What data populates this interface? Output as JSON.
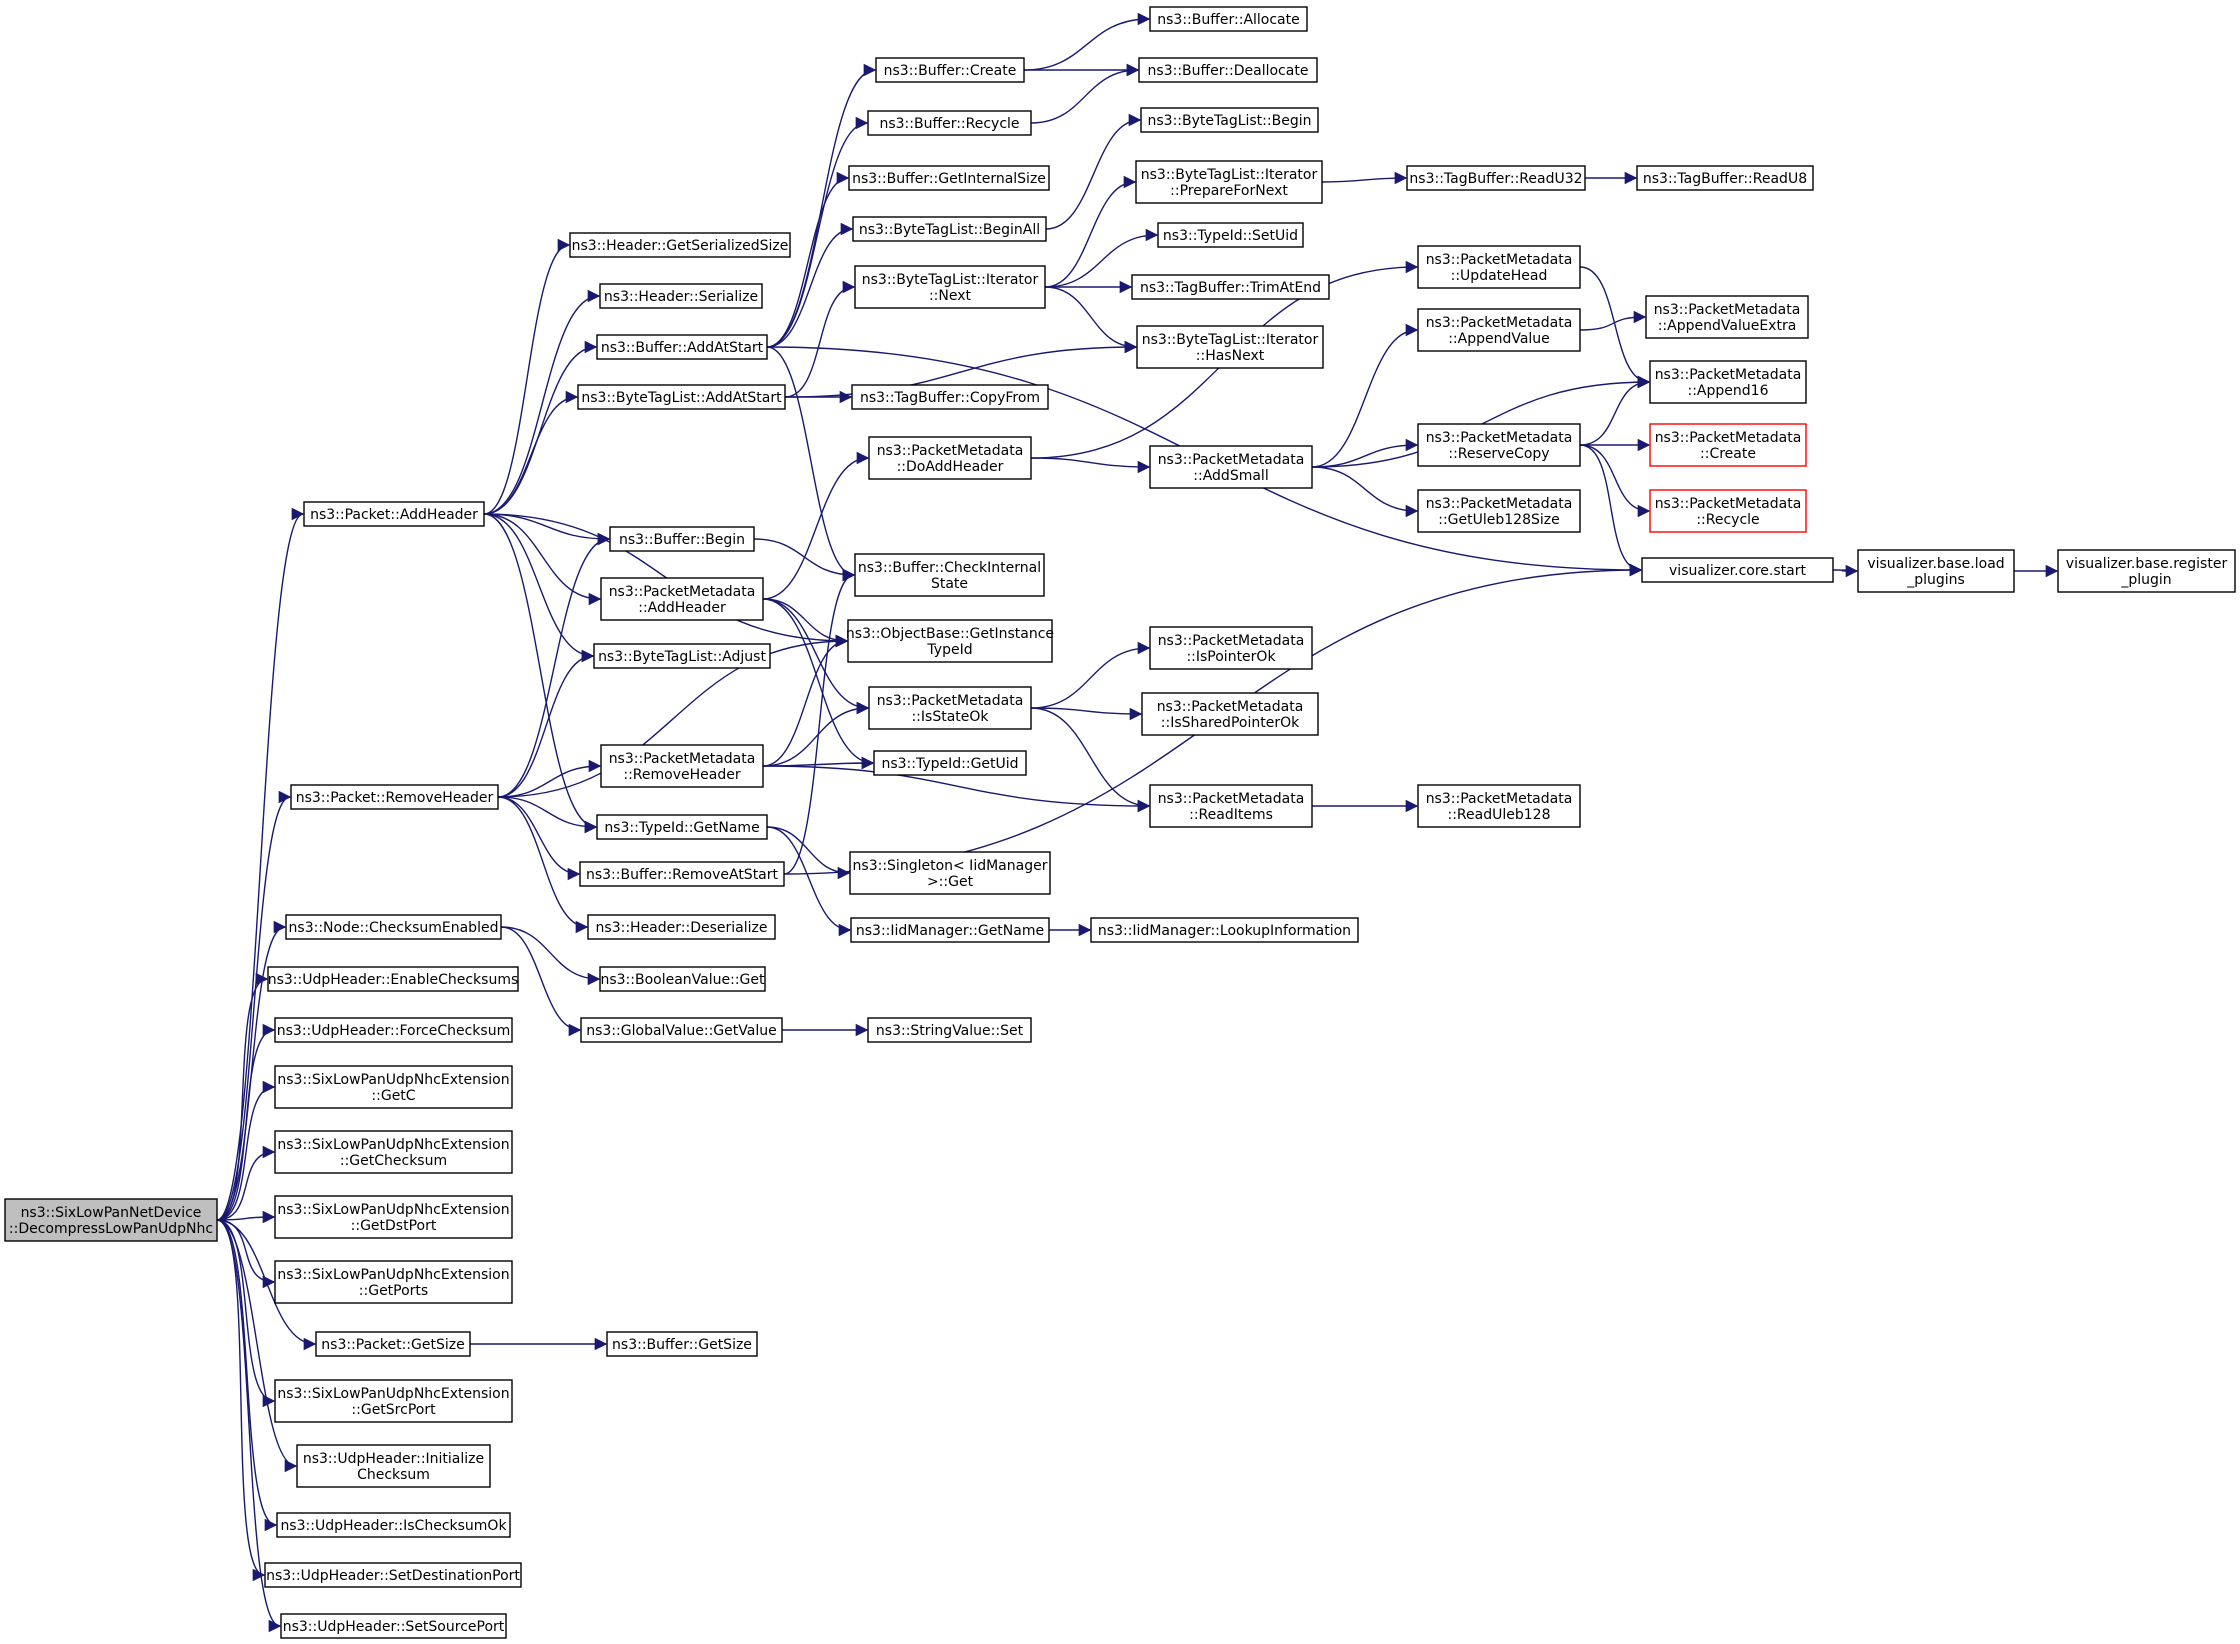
{
  "diagram": {
    "type": "call-graph",
    "nodes": [
      {
        "id": "root",
        "lines": [
          "ns3::SixLowPanNetDevice",
          "::DecompressLowPanUdpNhc"
        ],
        "style": "root"
      },
      {
        "id": "pkt_addheader",
        "lines": [
          "ns3::Packet::AddHeader"
        ]
      },
      {
        "id": "pkt_removeheader",
        "lines": [
          "ns3::Packet::RemoveHeader"
        ]
      },
      {
        "id": "node_checksum",
        "lines": [
          "ns3::Node::ChecksumEnabled"
        ]
      },
      {
        "id": "udp_enable",
        "lines": [
          "ns3::UdpHeader::EnableChecksums"
        ]
      },
      {
        "id": "udp_force",
        "lines": [
          "ns3::UdpHeader::ForceChecksum"
        ]
      },
      {
        "id": "ext_getc",
        "lines": [
          "ns3::SixLowPanUdpNhcExtension",
          "::GetC"
        ]
      },
      {
        "id": "ext_getchecksum",
        "lines": [
          "ns3::SixLowPanUdpNhcExtension",
          "::GetChecksum"
        ]
      },
      {
        "id": "ext_getdstport",
        "lines": [
          "ns3::SixLowPanUdpNhcExtension",
          "::GetDstPort"
        ]
      },
      {
        "id": "ext_getports",
        "lines": [
          "ns3::SixLowPanUdpNhcExtension",
          "::GetPorts"
        ]
      },
      {
        "id": "pkt_getsize",
        "lines": [
          "ns3::Packet::GetSize"
        ]
      },
      {
        "id": "ext_getsrcport",
        "lines": [
          "ns3::SixLowPanUdpNhcExtension",
          "::GetSrcPort"
        ]
      },
      {
        "id": "udp_init",
        "lines": [
          "ns3::UdpHeader::Initialize",
          "Checksum"
        ]
      },
      {
        "id": "udp_isok",
        "lines": [
          "ns3::UdpHeader::IsChecksumOk"
        ]
      },
      {
        "id": "udp_setdst",
        "lines": [
          "ns3::UdpHeader::SetDestinationPort"
        ]
      },
      {
        "id": "udp_setsrc",
        "lines": [
          "ns3::UdpHeader::SetSourcePort"
        ]
      },
      {
        "id": "hdr_getser",
        "lines": [
          "ns3::Header::GetSerializedSize"
        ]
      },
      {
        "id": "hdr_serialize",
        "lines": [
          "ns3::Header::Serialize"
        ]
      },
      {
        "id": "buf_addatstart",
        "lines": [
          "ns3::Buffer::AddAtStart"
        ]
      },
      {
        "id": "btl_addatstart",
        "lines": [
          "ns3::ByteTagList::AddAtStart"
        ]
      },
      {
        "id": "buf_begin",
        "lines": [
          "ns3::Buffer::Begin"
        ]
      },
      {
        "id": "pm_addheader",
        "lines": [
          "ns3::PacketMetadata",
          "::AddHeader"
        ]
      },
      {
        "id": "btl_adjust",
        "lines": [
          "ns3::ByteTagList::Adjust"
        ]
      },
      {
        "id": "pm_removeheader",
        "lines": [
          "ns3::PacketMetadata",
          "::RemoveHeader"
        ]
      },
      {
        "id": "typeid_getname",
        "lines": [
          "ns3::TypeId::GetName"
        ]
      },
      {
        "id": "buf_removeatstart",
        "lines": [
          "ns3::Buffer::RemoveAtStart"
        ]
      },
      {
        "id": "hdr_deserialize",
        "lines": [
          "ns3::Header::Deserialize"
        ]
      },
      {
        "id": "bool_get",
        "lines": [
          "ns3::BooleanValue::Get"
        ]
      },
      {
        "id": "gv_getvalue",
        "lines": [
          "ns3::GlobalValue::GetValue"
        ]
      },
      {
        "id": "buf_getsize",
        "lines": [
          "ns3::Buffer::GetSize"
        ]
      },
      {
        "id": "buf_create",
        "lines": [
          "ns3::Buffer::Create"
        ]
      },
      {
        "id": "buf_recycle",
        "lines": [
          "ns3::Buffer::Recycle"
        ]
      },
      {
        "id": "buf_getinternalsize",
        "lines": [
          "ns3::Buffer::GetInternalSize"
        ]
      },
      {
        "id": "btl_beginall",
        "lines": [
          "ns3::ByteTagList::BeginAll"
        ]
      },
      {
        "id": "btli_next",
        "lines": [
          "ns3::ByteTagList::Iterator",
          "::Next"
        ]
      },
      {
        "id": "tb_copyfrom",
        "lines": [
          "ns3::TagBuffer::CopyFrom"
        ]
      },
      {
        "id": "pm_doaddheader",
        "lines": [
          "ns3::PacketMetadata",
          "::DoAddHeader"
        ]
      },
      {
        "id": "buf_checkinternal",
        "lines": [
          "ns3::Buffer::CheckInternal",
          "State"
        ]
      },
      {
        "id": "ob_getinstance",
        "lines": [
          "ns3::ObjectBase::GetInstance",
          "TypeId"
        ]
      },
      {
        "id": "pm_isstateok",
        "lines": [
          "ns3::PacketMetadata",
          "::IsStateOk"
        ]
      },
      {
        "id": "typeid_getuid",
        "lines": [
          "ns3::TypeId::GetUid"
        ]
      },
      {
        "id": "singleton_get",
        "lines": [
          "ns3::Singleton< IidManager",
          ">::Get"
        ]
      },
      {
        "id": "iid_getname",
        "lines": [
          "ns3::IidManager::GetName"
        ]
      },
      {
        "id": "sv_set",
        "lines": [
          "ns3::StringValue::Set"
        ]
      },
      {
        "id": "buf_allocate",
        "lines": [
          "ns3::Buffer::Allocate"
        ]
      },
      {
        "id": "buf_deallocate",
        "lines": [
          "ns3::Buffer::Deallocate"
        ]
      },
      {
        "id": "btl_begin",
        "lines": [
          "ns3::ByteTagList::Begin"
        ]
      },
      {
        "id": "btli_preparefornext",
        "lines": [
          "ns3::ByteTagList::Iterator",
          "::PrepareForNext"
        ]
      },
      {
        "id": "typeid_setuid",
        "lines": [
          "ns3::TypeId::SetUid"
        ]
      },
      {
        "id": "tb_trimatend",
        "lines": [
          "ns3::TagBuffer::TrimAtEnd"
        ]
      },
      {
        "id": "btli_hasnext",
        "lines": [
          "ns3::ByteTagList::Iterator",
          "::HasNext"
        ]
      },
      {
        "id": "pm_addsmall",
        "lines": [
          "ns3::PacketMetadata",
          "::AddSmall"
        ]
      },
      {
        "id": "pm_ispointerok",
        "lines": [
          "ns3::PacketMetadata",
          "::IsPointerOk"
        ]
      },
      {
        "id": "pm_issharedpointerok",
        "lines": [
          "ns3::PacketMetadata",
          "::IsSharedPointerOk"
        ]
      },
      {
        "id": "pm_readitems",
        "lines": [
          "ns3::PacketMetadata",
          "::ReadItems"
        ]
      },
      {
        "id": "iid_lookup",
        "lines": [
          "ns3::IidManager::LookupInformation"
        ]
      },
      {
        "id": "tb_readu32",
        "lines": [
          "ns3::TagBuffer::ReadU32"
        ]
      },
      {
        "id": "pm_updatehead",
        "lines": [
          "ns3::PacketMetadata",
          "::UpdateHead"
        ]
      },
      {
        "id": "pm_appendvalue",
        "lines": [
          "ns3::PacketMetadata",
          "::AppendValue"
        ]
      },
      {
        "id": "pm_reservecopy",
        "lines": [
          "ns3::PacketMetadata",
          "::ReserveCopy"
        ]
      },
      {
        "id": "pm_getuleb",
        "lines": [
          "ns3::PacketMetadata",
          "::GetUleb128Size"
        ]
      },
      {
        "id": "pm_readuleb",
        "lines": [
          "ns3::PacketMetadata",
          "::ReadUleb128"
        ]
      },
      {
        "id": "vis_core_start",
        "lines": [
          "visualizer.core.start"
        ]
      },
      {
        "id": "tb_readu8",
        "lines": [
          "ns3::TagBuffer::ReadU8"
        ]
      },
      {
        "id": "pm_appendvalueextra",
        "lines": [
          "ns3::PacketMetadata",
          "::AppendValueExtra"
        ]
      },
      {
        "id": "pm_append16",
        "lines": [
          "ns3::PacketMetadata",
          "::Append16"
        ]
      },
      {
        "id": "pm_create",
        "lines": [
          "ns3::PacketMetadata",
          "::Create"
        ],
        "style": "red"
      },
      {
        "id": "pm_recycle",
        "lines": [
          "ns3::PacketMetadata",
          "::Recycle"
        ],
        "style": "red"
      },
      {
        "id": "vis_loadplugins",
        "lines": [
          "visualizer.base.load",
          "_plugins"
        ]
      },
      {
        "id": "vis_registerplugin",
        "lines": [
          "visualizer.base.register",
          "_plugin"
        ]
      }
    ],
    "edges": [
      [
        "root",
        "pkt_addheader"
      ],
      [
        "root",
        "pkt_removeheader"
      ],
      [
        "root",
        "node_checksum"
      ],
      [
        "root",
        "udp_enable"
      ],
      [
        "root",
        "udp_force"
      ],
      [
        "root",
        "ext_getc"
      ],
      [
        "root",
        "ext_getchecksum"
      ],
      [
        "root",
        "ext_getdstport"
      ],
      [
        "root",
        "ext_getports"
      ],
      [
        "root",
        "pkt_getsize"
      ],
      [
        "root",
        "ext_getsrcport"
      ],
      [
        "root",
        "udp_init"
      ],
      [
        "root",
        "udp_isok"
      ],
      [
        "root",
        "udp_setdst"
      ],
      [
        "root",
        "udp_setsrc"
      ],
      [
        "pkt_addheader",
        "hdr_getser"
      ],
      [
        "pkt_addheader",
        "hdr_serialize"
      ],
      [
        "pkt_addheader",
        "buf_addatstart"
      ],
      [
        "pkt_addheader",
        "btl_addatstart"
      ],
      [
        "pkt_addheader",
        "buf_begin"
      ],
      [
        "pkt_addheader",
        "pm_addheader"
      ],
      [
        "pkt_addheader",
        "btl_adjust"
      ],
      [
        "pkt_addheader",
        "typeid_getname"
      ],
      [
        "pkt_addheader",
        "ob_getinstance"
      ],
      [
        "pkt_removeheader",
        "buf_begin"
      ],
      [
        "pkt_removeheader",
        "btl_adjust"
      ],
      [
        "pkt_removeheader",
        "pm_removeheader"
      ],
      [
        "pkt_removeheader",
        "typeid_getname"
      ],
      [
        "pkt_removeheader",
        "buf_removeatstart"
      ],
      [
        "pkt_removeheader",
        "hdr_deserialize"
      ],
      [
        "pkt_removeheader",
        "ob_getinstance"
      ],
      [
        "node_checksum",
        "bool_get"
      ],
      [
        "node_checksum",
        "gv_getvalue"
      ],
      [
        "pkt_getsize",
        "buf_getsize"
      ],
      [
        "gv_getvalue",
        "sv_set"
      ],
      [
        "buf_addatstart",
        "buf_create"
      ],
      [
        "buf_addatstart",
        "buf_recycle"
      ],
      [
        "buf_addatstart",
        "buf_getinternalsize"
      ],
      [
        "buf_addatstart",
        "btl_beginall"
      ],
      [
        "buf_addatstart",
        "buf_checkinternal"
      ],
      [
        "buf_addatstart",
        "vis_core_start"
      ],
      [
        "btl_addatstart",
        "btli_next"
      ],
      [
        "btl_addatstart",
        "btli_hasnext"
      ],
      [
        "btl_addatstart",
        "tb_copyfrom"
      ],
      [
        "buf_begin",
        "buf_checkinternal"
      ],
      [
        "pm_addheader",
        "pm_doaddheader"
      ],
      [
        "pm_addheader",
        "ob_getinstance"
      ],
      [
        "pm_addheader",
        "pm_isstateok"
      ],
      [
        "pm_addheader",
        "typeid_getuid"
      ],
      [
        "pm_removeheader",
        "ob_getinstance"
      ],
      [
        "pm_removeheader",
        "pm_isstateok"
      ],
      [
        "pm_removeheader",
        "typeid_getuid"
      ],
      [
        "pm_removeheader",
        "pm_readitems"
      ],
      [
        "typeid_getname",
        "singleton_get"
      ],
      [
        "typeid_getname",
        "iid_getname"
      ],
      [
        "buf_removeatstart",
        "buf_checkinternal"
      ],
      [
        "buf_removeatstart",
        "vis_core_start"
      ],
      [
        "buf_create",
        "buf_allocate"
      ],
      [
        "buf_create",
        "buf_deallocate"
      ],
      [
        "buf_recycle",
        "buf_deallocate"
      ],
      [
        "btl_beginall",
        "btl_begin"
      ],
      [
        "btli_next",
        "btli_preparefornext"
      ],
      [
        "btli_next",
        "typeid_setuid"
      ],
      [
        "btli_next",
        "tb_trimatend"
      ],
      [
        "btli_next",
        "btli_hasnext"
      ],
      [
        "btli_preparefornext",
        "tb_readu32"
      ],
      [
        "tb_readu32",
        "tb_readu8"
      ],
      [
        "pm_doaddheader",
        "pm_updatehead"
      ],
      [
        "pm_doaddheader",
        "pm_addsmall"
      ],
      [
        "pm_isstateok",
        "pm_ispointerok"
      ],
      [
        "pm_isstateok",
        "pm_issharedpointerok"
      ],
      [
        "pm_isstateok",
        "pm_readitems"
      ],
      [
        "iid_getname",
        "iid_lookup"
      ],
      [
        "pm_addsmall",
        "pm_appendvalue"
      ],
      [
        "pm_addsmall",
        "pm_append16"
      ],
      [
        "pm_addsmall",
        "pm_reservecopy"
      ],
      [
        "pm_addsmall",
        "pm_getuleb"
      ],
      [
        "pm_updatehead",
        "pm_append16"
      ],
      [
        "pm_appendvalue",
        "pm_appendvalueextra"
      ],
      [
        "pm_reservecopy",
        "pm_append16"
      ],
      [
        "pm_reservecopy",
        "pm_create"
      ],
      [
        "pm_reservecopy",
        "pm_recycle"
      ],
      [
        "pm_reservecopy",
        "vis_core_start"
      ],
      [
        "pm_readitems",
        "pm_readuleb"
      ],
      [
        "vis_core_start",
        "vis_loadplugins"
      ],
      [
        "vis_loadplugins",
        "vis_registerplugin"
      ]
    ]
  },
  "colors": {
    "edge": "#191970",
    "box_border": "#000000",
    "root_fill": "#bfbfbf",
    "highlight_border": "#ff0000",
    "background": "#ffffff"
  }
}
